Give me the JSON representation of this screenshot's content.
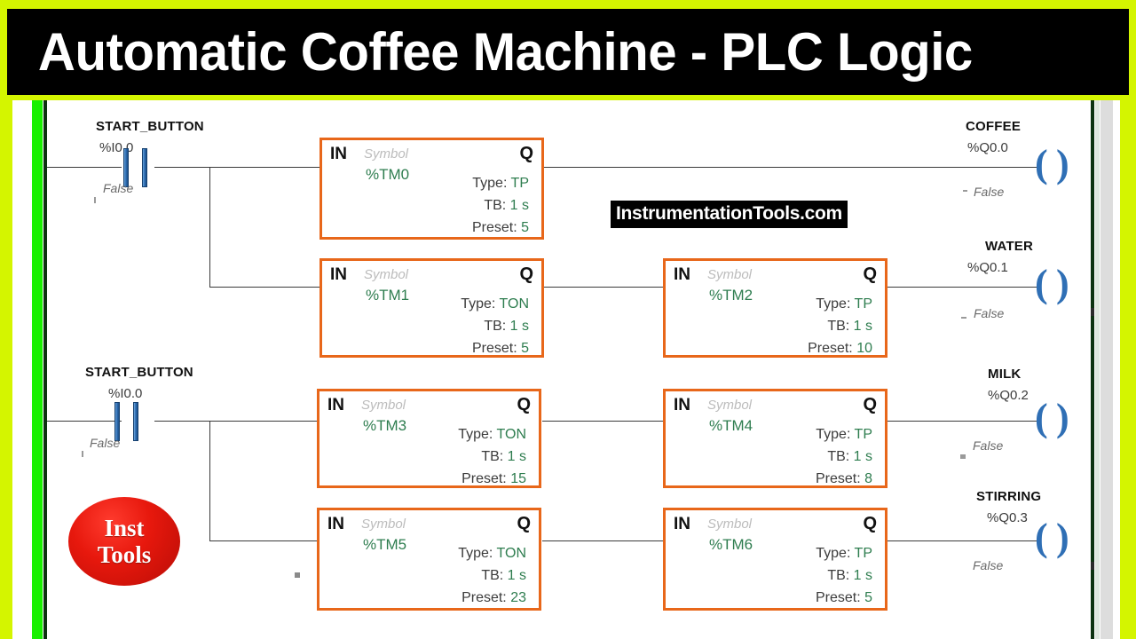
{
  "banner": {
    "title": "Automatic Coffee Machine - PLC Logic"
  },
  "watermark": {
    "text": "InstrumentationTools.com"
  },
  "logo": {
    "line1": "Inst",
    "line2": "Tools"
  },
  "colors": {
    "background": "#d4f500",
    "banner_bg": "#000000",
    "banner_text": "#ffffff",
    "rail_green": "#18f000",
    "rail_dark": "#0d3311",
    "timer_border": "#e8671a",
    "contact_blue": "#2f6fb5",
    "tag_green": "#2e7d4f",
    "logo_red": "#e7180d"
  },
  "rungs": [
    {
      "contact": {
        "name": "START_BUTTON",
        "address": "%I0.0",
        "state": "False",
        "type": "normally-open"
      },
      "timers": [
        {
          "in_label": "IN",
          "q_label": "Q",
          "symbol": "Symbol",
          "tag": "%TM0",
          "type_label": "Type:",
          "type_value": "TP",
          "tb_label": "TB:",
          "tb_value": "1 s",
          "preset_label": "Preset:",
          "preset_value": "5"
        },
        {
          "in_label": "IN",
          "q_label": "Q",
          "symbol": "Symbol",
          "tag": "%TM1",
          "type_label": "Type:",
          "type_value": "TON",
          "tb_label": "TB:",
          "tb_value": "1 s",
          "preset_label": "Preset:",
          "preset_value": "5"
        },
        {
          "in_label": "IN",
          "q_label": "Q",
          "symbol": "Symbol",
          "tag": "%TM2",
          "type_label": "Type:",
          "type_value": "TP",
          "tb_label": "TB:",
          "tb_value": "1 s",
          "preset_label": "Preset:",
          "preset_value": "10"
        }
      ],
      "coils": [
        {
          "name": "COFFEE",
          "address": "%Q0.0",
          "state": "False"
        },
        {
          "name": "WATER",
          "address": "%Q0.1",
          "state": "False"
        }
      ]
    },
    {
      "contact": {
        "name": "START_BUTTON",
        "address": "%I0.0",
        "state": "False",
        "type": "normally-open"
      },
      "timers": [
        {
          "in_label": "IN",
          "q_label": "Q",
          "symbol": "Symbol",
          "tag": "%TM3",
          "type_label": "Type:",
          "type_value": "TON",
          "tb_label": "TB:",
          "tb_value": "1 s",
          "preset_label": "Preset:",
          "preset_value": "15"
        },
        {
          "in_label": "IN",
          "q_label": "Q",
          "symbol": "Symbol",
          "tag": "%TM4",
          "type_label": "Type:",
          "type_value": "TP",
          "tb_label": "TB:",
          "tb_value": "1 s",
          "preset_label": "Preset:",
          "preset_value": "8"
        },
        {
          "in_label": "IN",
          "q_label": "Q",
          "symbol": "Symbol",
          "tag": "%TM5",
          "type_label": "Type:",
          "type_value": "TON",
          "tb_label": "TB:",
          "tb_value": "1 s",
          "preset_label": "Preset:",
          "preset_value": "23"
        },
        {
          "in_label": "IN",
          "q_label": "Q",
          "symbol": "Symbol",
          "tag": "%TM6",
          "type_label": "Type:",
          "type_value": "TP",
          "tb_label": "TB:",
          "tb_value": "1 s",
          "preset_label": "Preset:",
          "preset_value": "5"
        }
      ],
      "coils": [
        {
          "name": "MILK",
          "address": "%Q0.2",
          "state": "False"
        },
        {
          "name": "STIRRING",
          "address": "%Q0.3",
          "state": "False"
        }
      ]
    }
  ]
}
